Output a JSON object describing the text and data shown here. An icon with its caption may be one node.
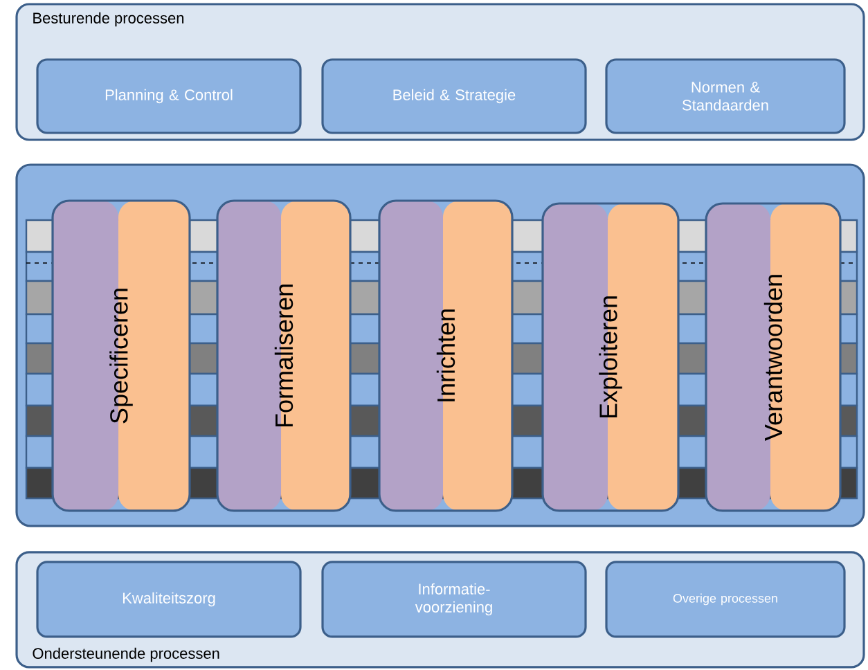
{
  "diagram": {
    "nodes": [
      {
        "text": [
          "Besturende processen"
        ]
      },
      {
        "text": [
          "Planning & Control"
        ],
        "in": 0
      },
      {
        "text": [
          "Beleid & Strategie"
        ],
        "in": 0
      },
      {
        "text": [
          "Normen & Standaarden"
        ],
        "in": 0
      },
      {
        "text": [],
        "shape": "box"
      },
      {
        "text": [
          "Specificeren"
        ],
        "in": 4
      },
      {
        "text": [
          "Formaliseren"
        ],
        "in": 4
      },
      {
        "text": [
          "Inrichten"
        ],
        "in": 4
      },
      {
        "text": [
          "Exploiteren"
        ],
        "in": 4
      },
      {
        "text": [
          "Verantwoorden"
        ],
        "in": 4
      },
      {
        "text": [
          "Ondersteunende processen"
        ]
      },
      {
        "text": [
          "Kwaliteitszorg"
        ],
        "in": 10
      },
      {
        "text": [
          "Informatie- voorziening"
        ],
        "in": 10
      },
      {
        "text": [
          "Overige processen"
        ],
        "in": 10
      }
    ]
  }
}
